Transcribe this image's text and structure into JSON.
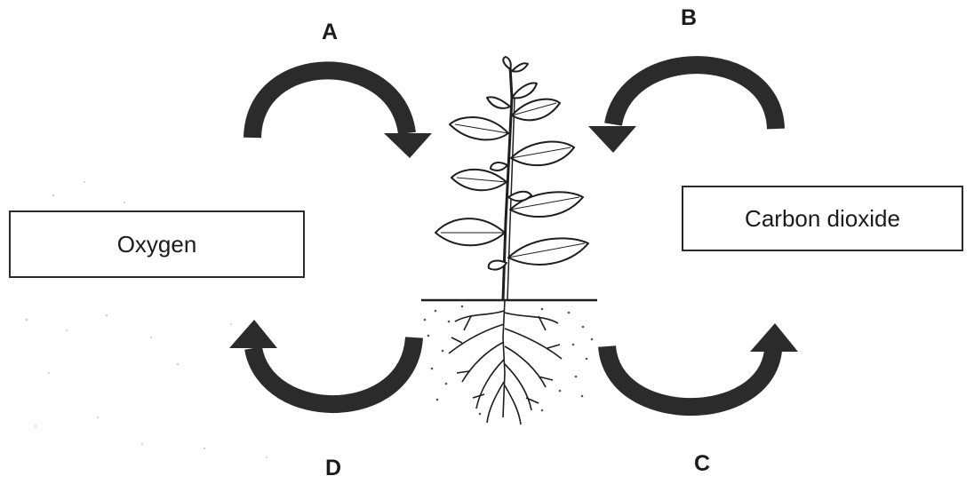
{
  "boxes": {
    "left": "Oxygen",
    "right": "Carbon dioxide"
  },
  "arrow_labels": {
    "a": "A",
    "b": "B",
    "c": "C",
    "d": "D"
  },
  "colors": {
    "ink": "#1b1b1b",
    "arrow": "#2b2b2b",
    "background": "#ffffff"
  },
  "icons": [
    "curved-arrow-a",
    "curved-arrow-b",
    "curved-arrow-c",
    "curved-arrow-d",
    "plant-with-roots"
  ]
}
